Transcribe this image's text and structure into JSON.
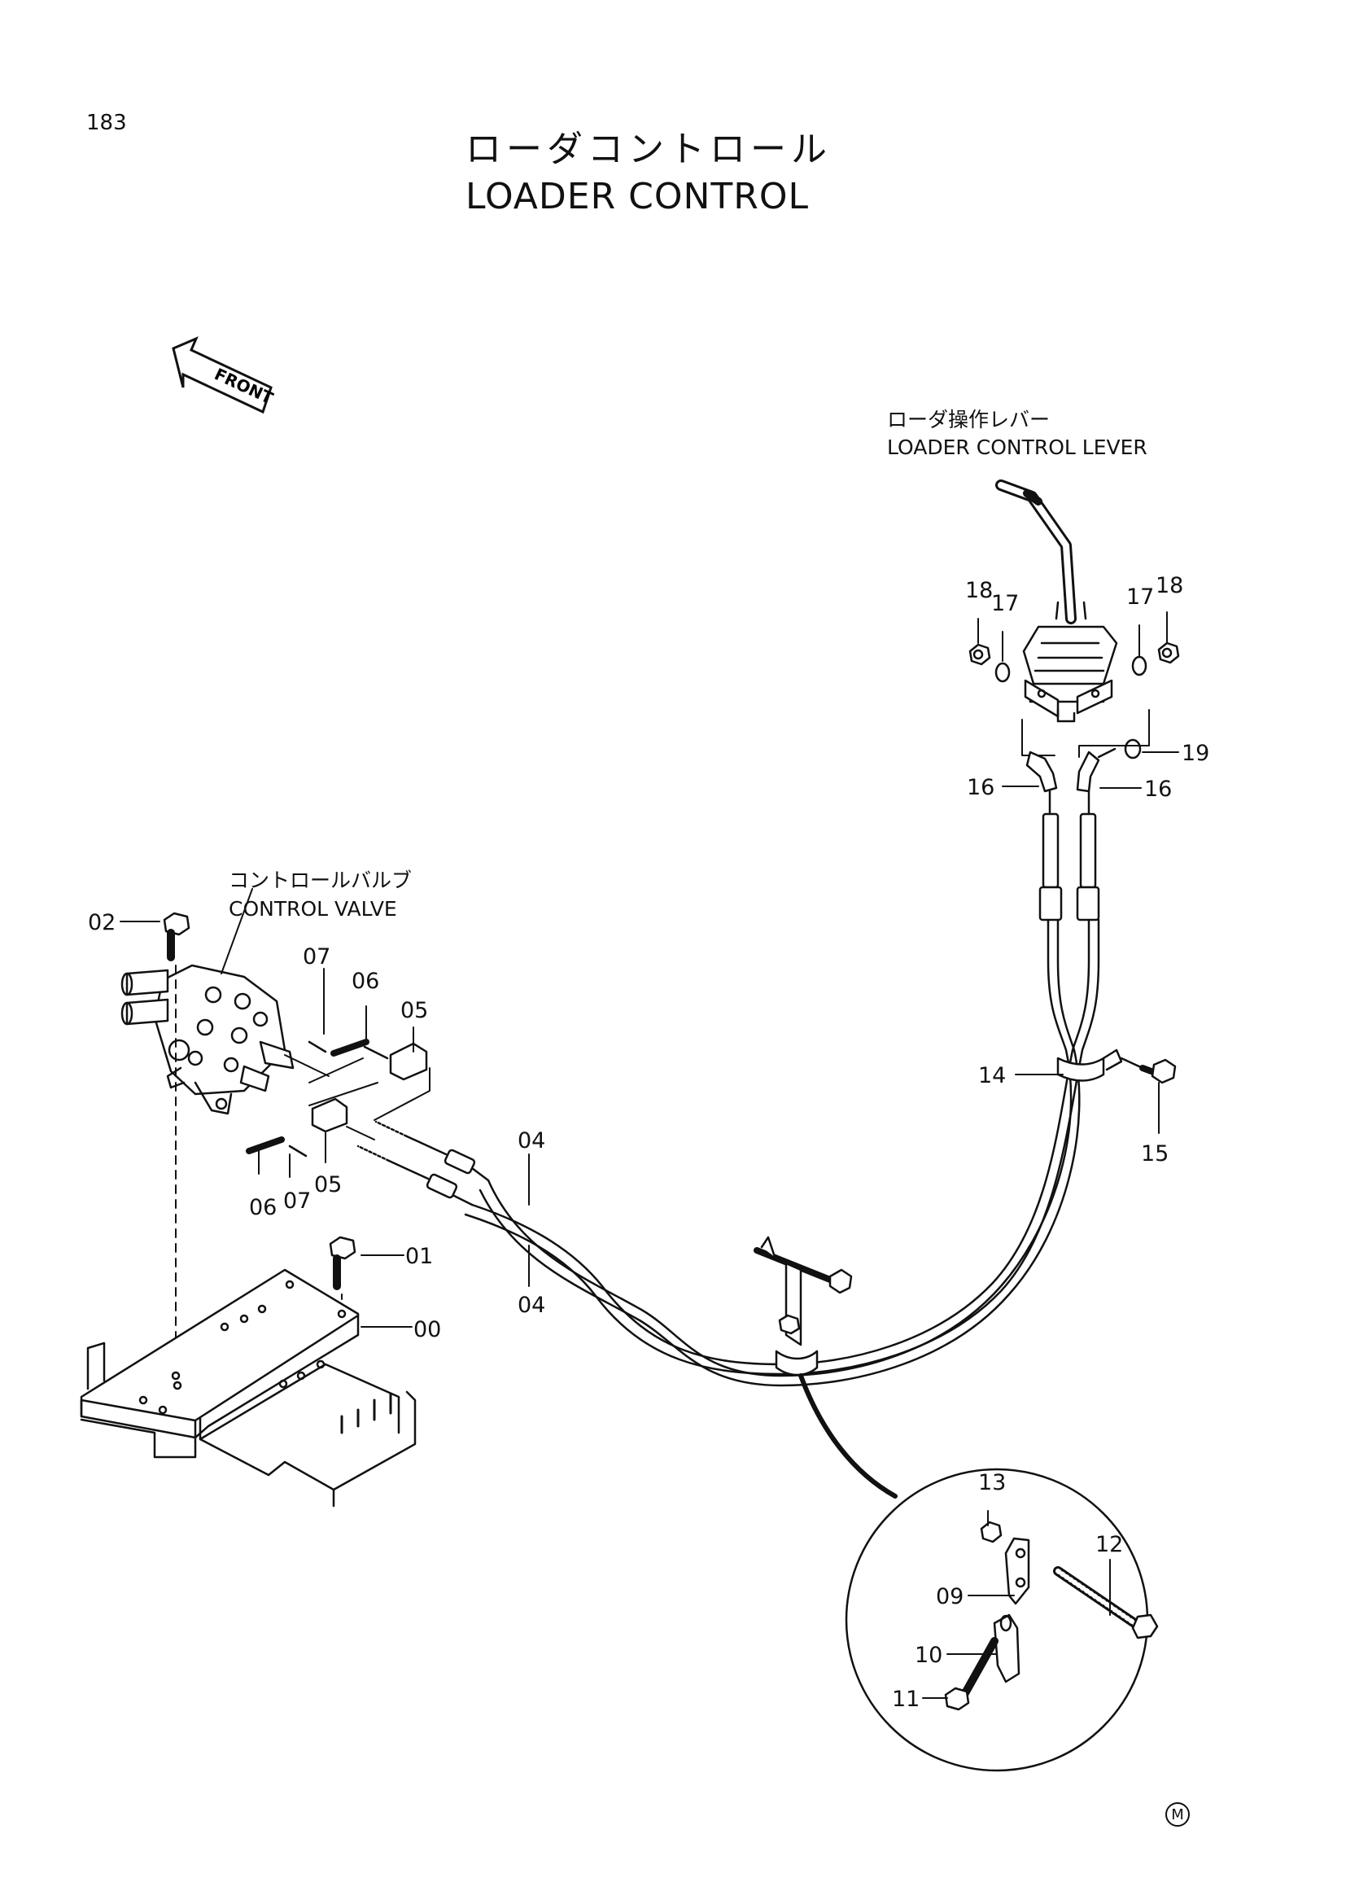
{
  "page": {
    "number": "183",
    "mark": "M"
  },
  "title": {
    "ja": "ローダコントロール",
    "en": "LOADER CONTROL"
  },
  "direction": {
    "label": "FRONT"
  },
  "labels": {
    "lever_ja": "ローダ操作レバー",
    "lever_en": "LOADER CONTROL LEVER",
    "valve_ja": "コントロールバルブ",
    "valve_en": "CONTROL VALVE"
  },
  "callouts": {
    "c00": "00",
    "c01": "01",
    "c02": "02",
    "c04a": "04",
    "c04b": "04",
    "c05a": "05",
    "c05b": "05",
    "c06a": "06",
    "c06b": "06",
    "c07a": "07",
    "c07b": "07",
    "c09": "09",
    "c10": "10",
    "c11": "11",
    "c12": "12",
    "c13": "13",
    "c14": "14",
    "c15": "15",
    "c16a": "16",
    "c16b": "16",
    "c17a": "17",
    "c17b": "17",
    "c18a": "18",
    "c18b": "18",
    "c19": "19"
  }
}
